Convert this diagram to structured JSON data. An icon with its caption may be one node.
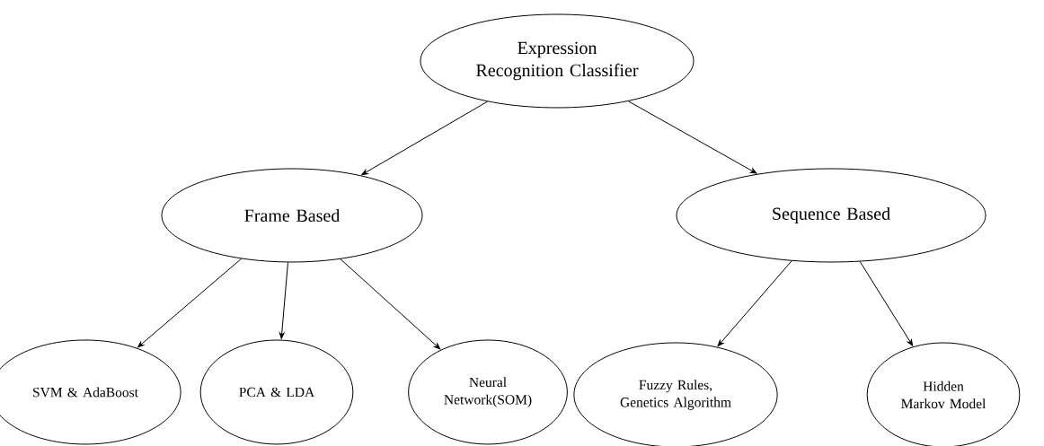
{
  "diagram": {
    "nodes": [
      {
        "text": [
          "Expression Recognition Classifier"
        ]
      },
      {
        "text": [
          "Frame Based"
        ]
      },
      {
        "text": [
          "Sequence Based"
        ]
      },
      {
        "text": [
          "SVM & AdaBoost"
        ]
      },
      {
        "text": [
          "PCA & LDA"
        ]
      },
      {
        "text": [
          "Neural Network(SOM)"
        ]
      },
      {
        "text": [
          "Fuzzy Rules, Genetics Algorithm"
        ]
      },
      {
        "text": [
          "Hidden Markov Model"
        ]
      }
    ],
    "edges": [
      {
        "from": 0,
        "to": 1,
        "arrow": "to"
      },
      {
        "from": 0,
        "to": 2,
        "arrow": "to"
      },
      {
        "from": 1,
        "to": 3,
        "arrow": "to"
      },
      {
        "from": 1,
        "to": 4,
        "arrow": "to"
      },
      {
        "from": 1,
        "to": 5,
        "arrow": "to"
      },
      {
        "from": 2,
        "to": 6,
        "arrow": "to"
      },
      {
        "from": 2,
        "to": 7,
        "arrow": "to"
      }
    ]
  }
}
